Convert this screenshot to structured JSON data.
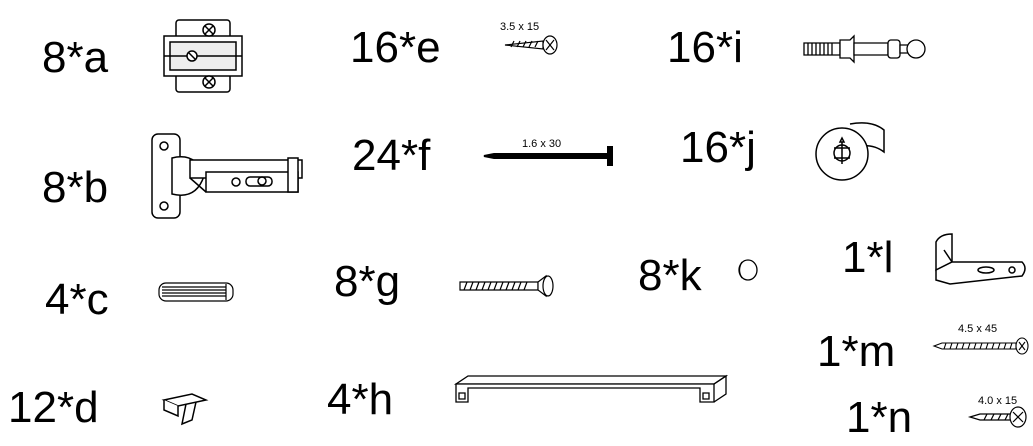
{
  "parts": {
    "a": {
      "qty": "8*a"
    },
    "b": {
      "qty": "8*b"
    },
    "c": {
      "qty": "4*c"
    },
    "d": {
      "qty": "12*d"
    },
    "e": {
      "qty": "16*e",
      "size": "3.5 x 15"
    },
    "f": {
      "qty": "24*f",
      "size": "1.6 x 30"
    },
    "g": {
      "qty": "8*g"
    },
    "h": {
      "qty": "4*h"
    },
    "i": {
      "qty": "16*i"
    },
    "j": {
      "qty": "16*j"
    },
    "k": {
      "qty": "8*k"
    },
    "l": {
      "qty": "1*l"
    },
    "m": {
      "qty": "1*m",
      "size": "4.5 x 45"
    },
    "n": {
      "qty": "1*n",
      "size": "4.0 x 15"
    }
  }
}
